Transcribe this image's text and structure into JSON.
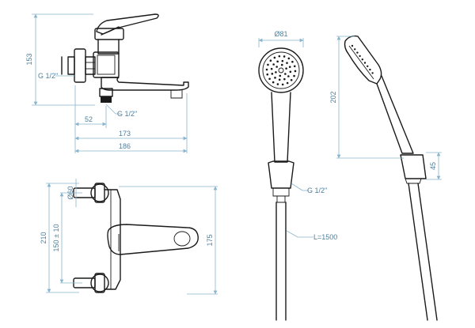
{
  "dimensions": {
    "side_height": "153",
    "side_inlet_thread": "G 1/2\"",
    "side_outlet_thread": "G 1/2\"",
    "side_depth_52": "52",
    "side_depth_173": "173",
    "side_depth_186": "186",
    "front_total_height": "210",
    "front_center_distance": "150 ± 10",
    "front_eccentric_diameter": "Ø60",
    "front_height_175": "175",
    "shower_head_diameter": "Ø81",
    "shower_thread": "G 1/2\"",
    "hose_length": "L=1500",
    "shower_head_length": "202",
    "holder_height": "45"
  },
  "colors": {
    "dimension": "#8ab4cc",
    "dimension_text": "#4f7f9c",
    "outline": "#1a1a1a"
  }
}
